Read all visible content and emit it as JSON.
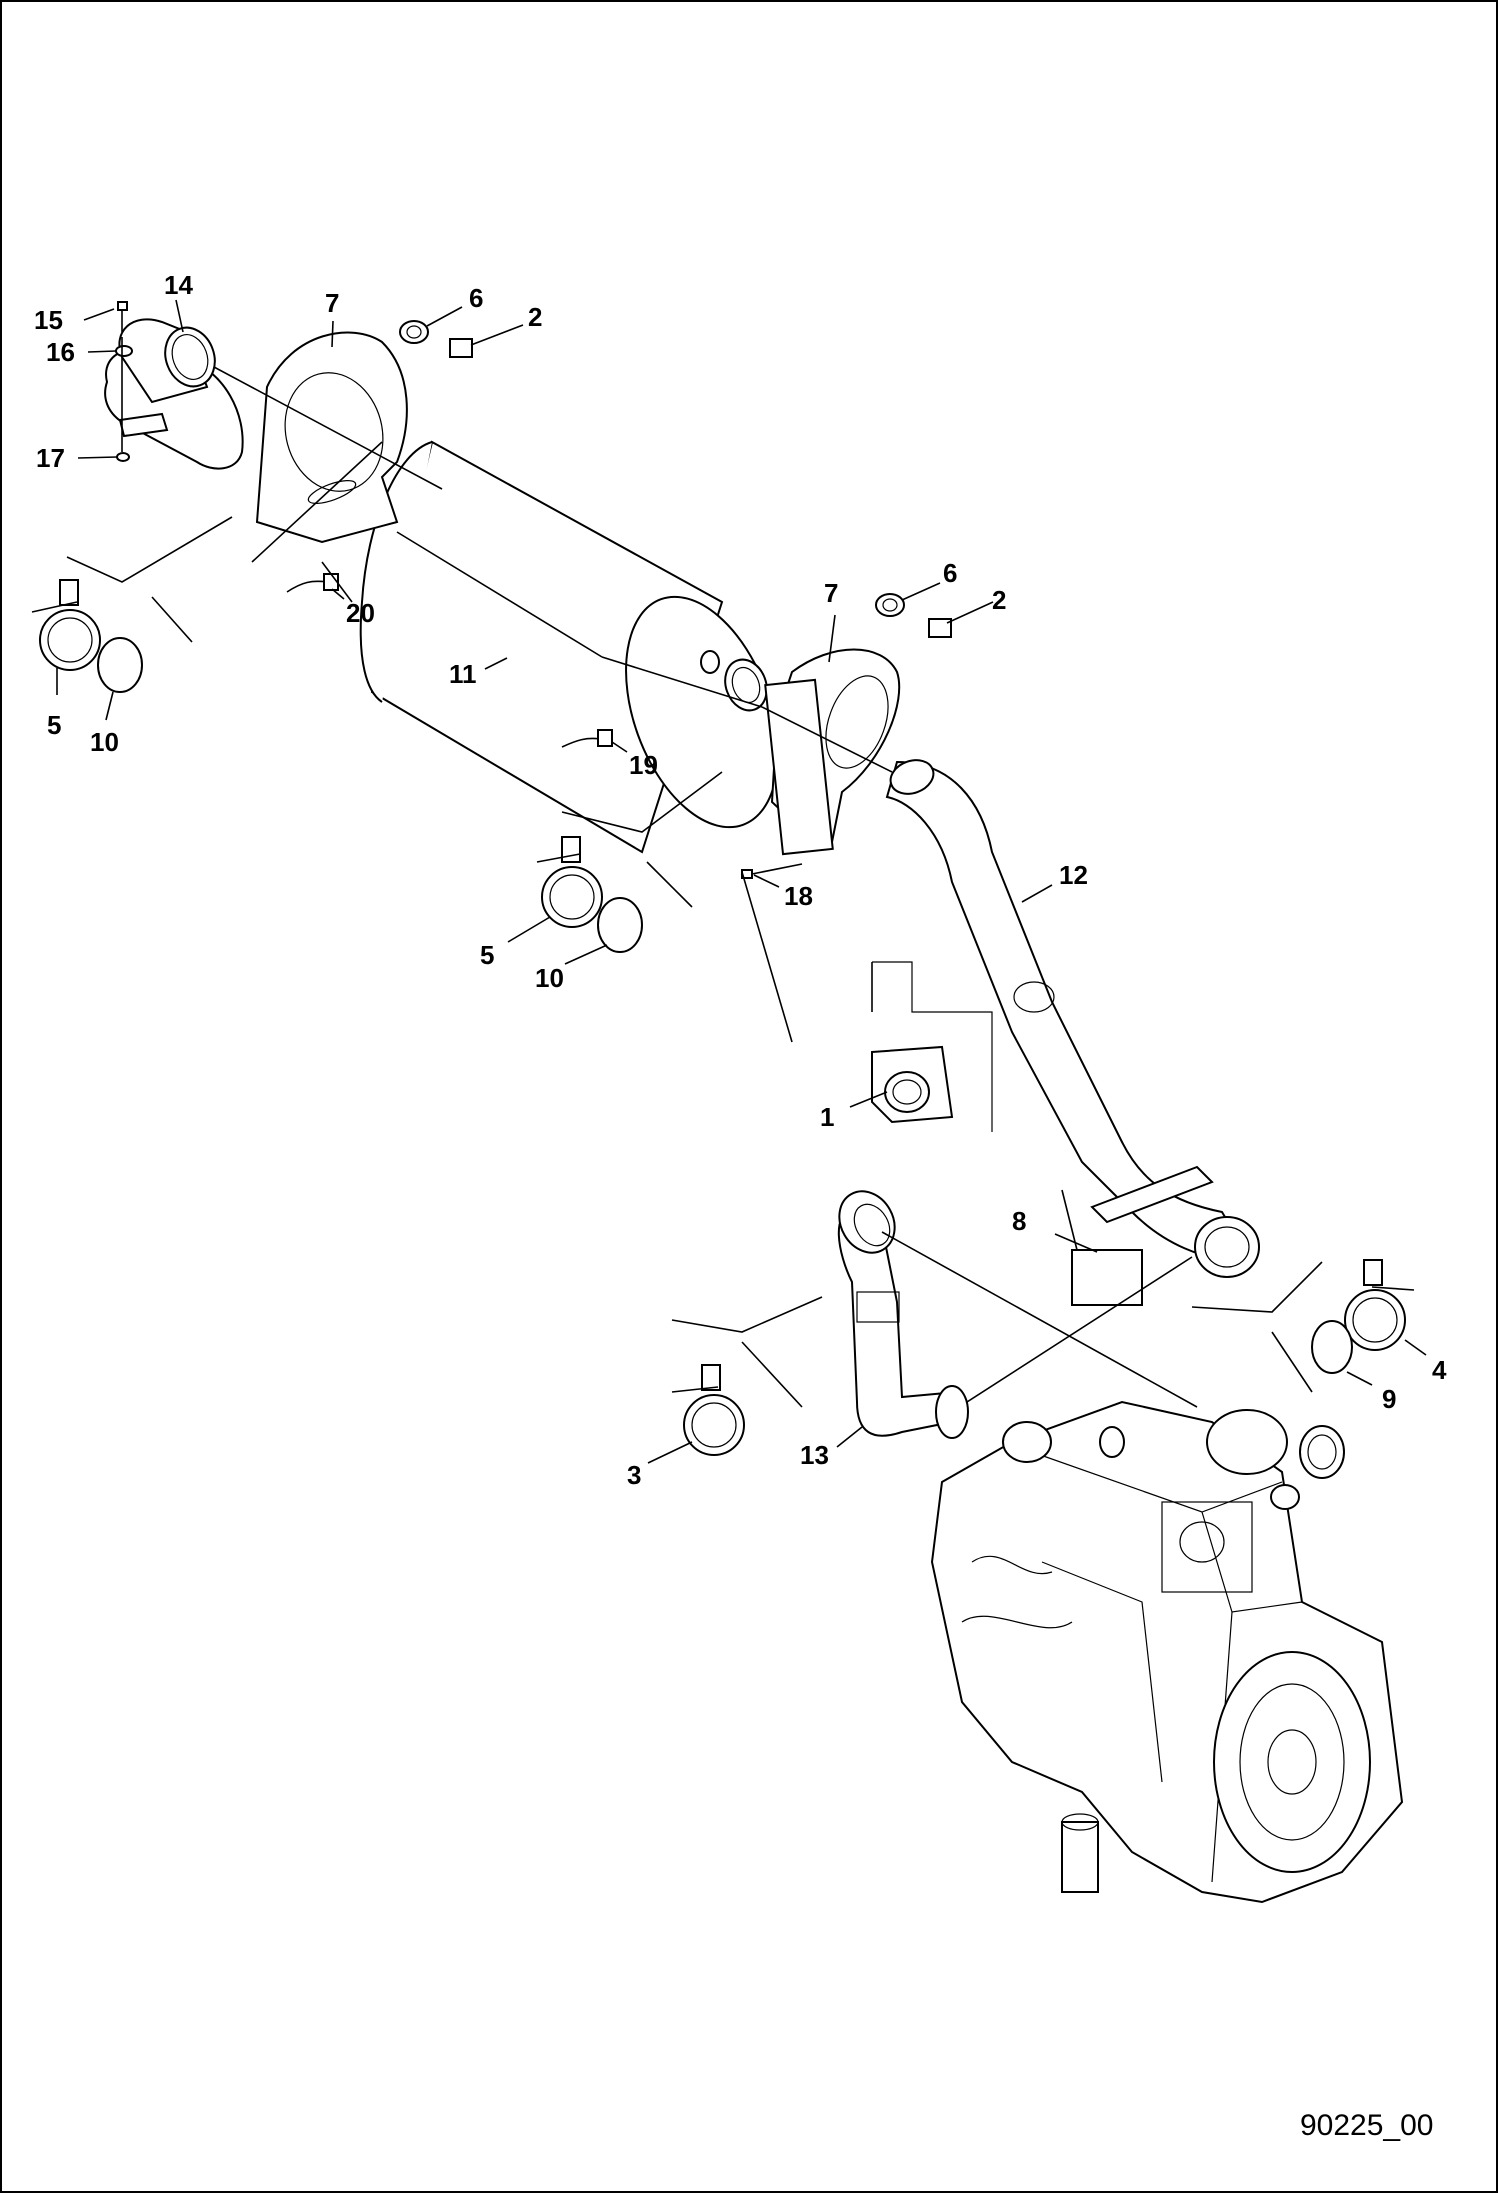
{
  "figure_number": "90225_00",
  "callouts": [
    {
      "id": "c15",
      "label": "15"
    },
    {
      "id": "c14",
      "label": "14"
    },
    {
      "id": "c16",
      "label": "16"
    },
    {
      "id": "c17",
      "label": "17"
    },
    {
      "id": "c7a",
      "label": "7"
    },
    {
      "id": "c6a",
      "label": "6"
    },
    {
      "id": "c2a",
      "label": "2"
    },
    {
      "id": "c20",
      "label": "20"
    },
    {
      "id": "c11",
      "label": "11"
    },
    {
      "id": "c5a",
      "label": "5"
    },
    {
      "id": "c10a",
      "label": "10"
    },
    {
      "id": "c19",
      "label": "19"
    },
    {
      "id": "c6b",
      "label": "6"
    },
    {
      "id": "c2b",
      "label": "2"
    },
    {
      "id": "c7b",
      "label": "7"
    },
    {
      "id": "c12",
      "label": "12"
    },
    {
      "id": "c18",
      "label": "18"
    },
    {
      "id": "c5b",
      "label": "5"
    },
    {
      "id": "c10b",
      "label": "10"
    },
    {
      "id": "c1",
      "label": "1"
    },
    {
      "id": "c8",
      "label": "8"
    },
    {
      "id": "c4",
      "label": "4"
    },
    {
      "id": "c9",
      "label": "9"
    },
    {
      "id": "c3",
      "label": "3"
    },
    {
      "id": "c13",
      "label": "13"
    }
  ]
}
